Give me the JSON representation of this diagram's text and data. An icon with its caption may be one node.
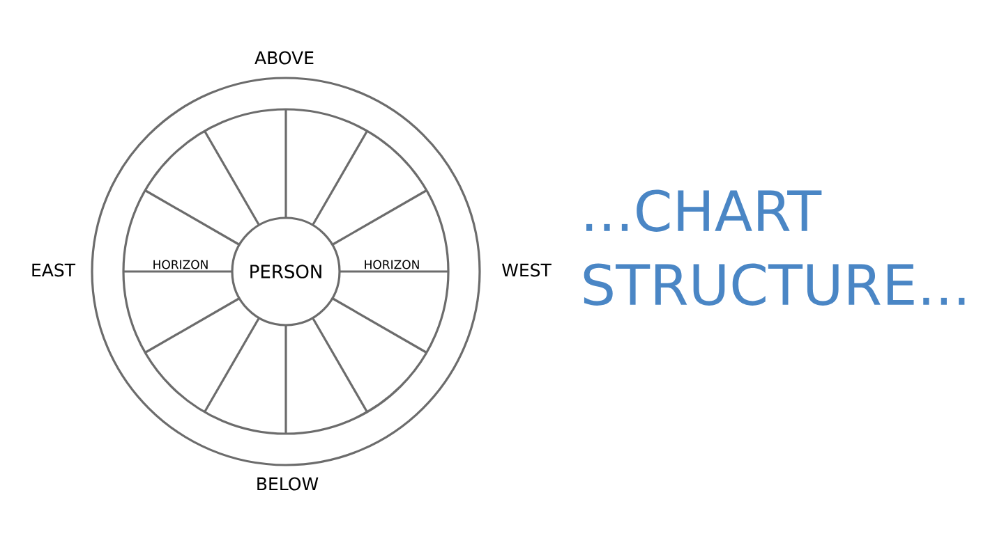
{
  "diagram": {
    "title": "...CHART STRUCTURE...",
    "nodes": [
      {
        "text": [
          "PERSON"
        ]
      }
    ],
    "labels": [
      "ABOVE",
      "EAST",
      "HORIZON",
      "HORIZON",
      "WEST",
      "BELOW"
    ]
  }
}
